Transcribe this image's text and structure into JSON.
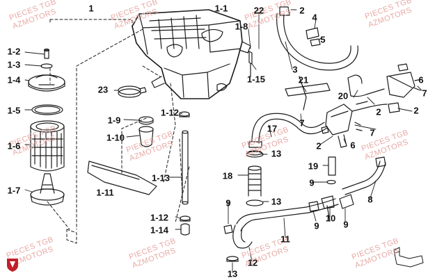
{
  "callouts": {
    "c_1": "1",
    "c_1_1": "1-1",
    "c_22": "22",
    "c_2_top": "2",
    "c_4": "4",
    "c_5": "5",
    "c_1_8": "1-8",
    "c_1_2_a": "1-2",
    "c_1_3": "1-3",
    "c_1_4": "1-4",
    "c_1_5": "1-5",
    "c_1_6": "1-6",
    "c_1_7": "1-7",
    "c_3": "3",
    "c_1_15": "1-15",
    "c_21": "21",
    "c_23": "23",
    "c_1_9": "1-9",
    "c_1_10": "1-10",
    "c_1_12_a": "1-12",
    "c_6_r": "6",
    "c_7_r": "7",
    "c_20": "20",
    "c_2_mid": "2",
    "c_2_r": "2",
    "c_7_mid": "7",
    "c_17": "17",
    "c_7_c": "7",
    "c_2_c": "2",
    "c_6_c": "6",
    "c_13_a": "13",
    "c_19": "19",
    "c_18": "18",
    "c_1_13": "1-13",
    "c_1_11": "1-11",
    "c_9_a": "9",
    "c_13_b": "13",
    "c_9_b": "9",
    "c_8": "8",
    "c_1_12_b": "1-12",
    "c_1_14": "1-14",
    "c_9_c": "9",
    "c_10": "10",
    "c_11": "11",
    "c_9_d": "9",
    "c_12": "12",
    "c_13_c": "13"
  },
  "watermark": {
    "line1": "PIECES TGB",
    "line2": "AZMOTORS"
  },
  "colors": {
    "line": "#1a1a1a",
    "watermark": "#e7a9a4",
    "logo": "#c0202a"
  }
}
